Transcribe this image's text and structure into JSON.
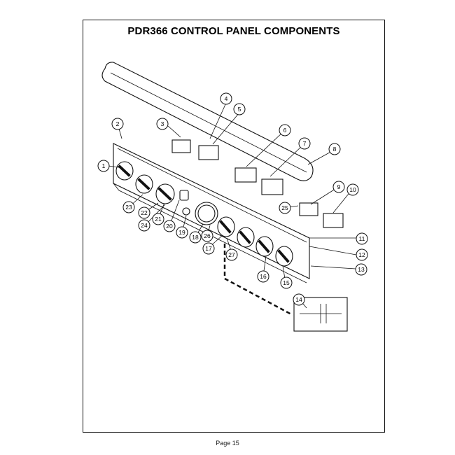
{
  "title": "PDR366 CONTROL PANEL COMPONENTS",
  "page_label": "Page 15",
  "callouts": [
    "1",
    "2",
    "3",
    "4",
    "5",
    "6",
    "7",
    "8",
    "9",
    "10",
    "11",
    "12",
    "13",
    "14",
    "15",
    "16",
    "17",
    "18",
    "19",
    "20",
    "21",
    "22",
    "23",
    "24",
    "25",
    "26",
    "27"
  ]
}
